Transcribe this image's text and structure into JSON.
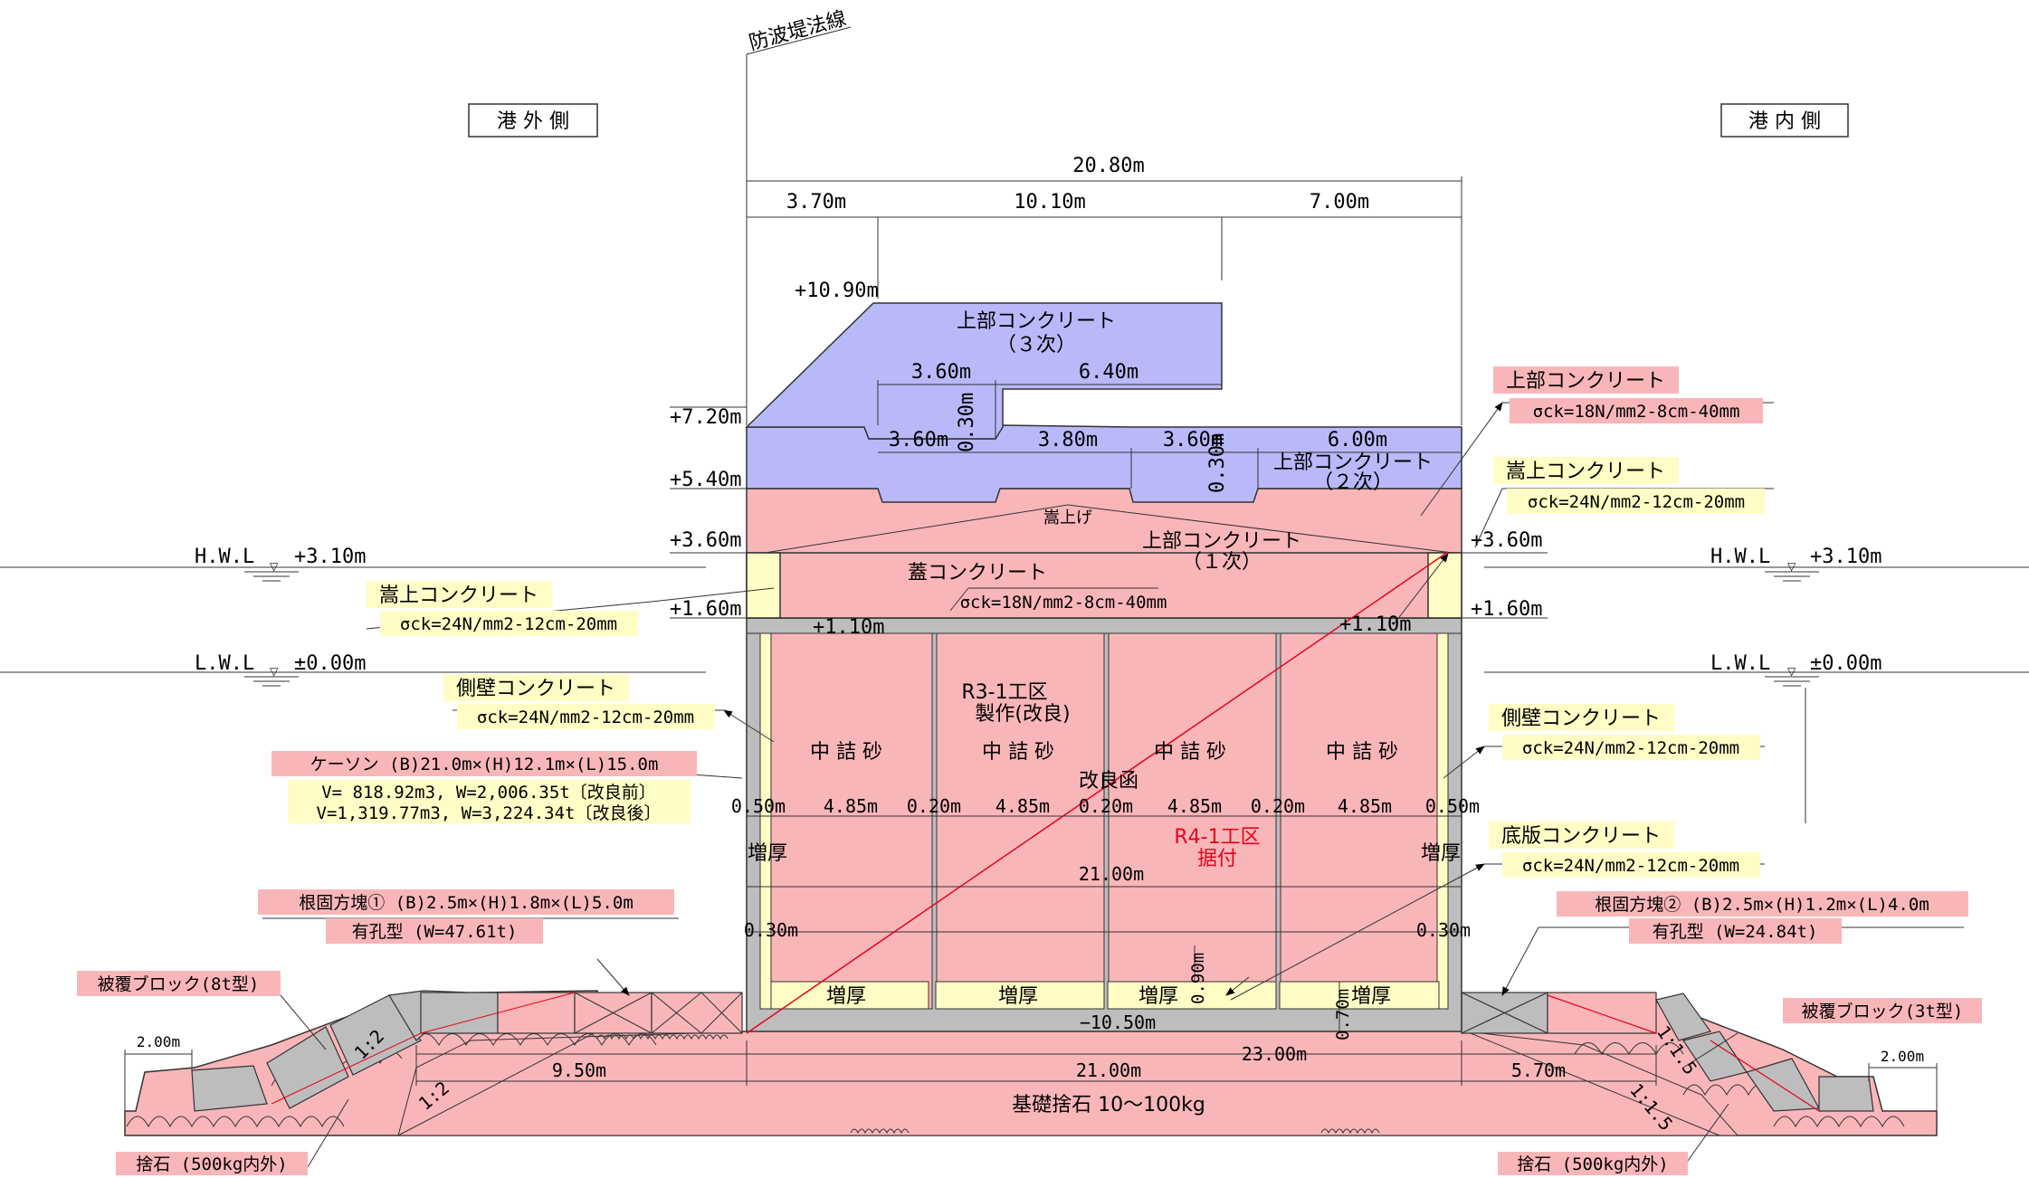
{
  "colors": {
    "concrete_pink": "#f9b6b9",
    "upper_blue": "#b9b8f9",
    "yellow": "#fffcc5",
    "gray": "#bdbdbd",
    "red_line": "#e8001c",
    "label_pink": "#f9b6b9",
    "label_yellow": "#fffcc5"
  },
  "header": {
    "breakwater_line": "防波堤法線",
    "harbor_outside": "港 外 側",
    "harbor_inside": "港 内 側"
  },
  "dims": {
    "total_width": "20.80m",
    "w1": "3.70m",
    "w2": "10.10m",
    "w3": "7.00m",
    "d360a": "3.60m",
    "d640": "6.40m",
    "d360b": "3.60m",
    "d380": "3.80m",
    "d360c": "3.60m",
    "d600": "6.00m",
    "d030a": "0.30m",
    "d030b": "0.30m",
    "caisson_w": "21.00m",
    "wall_050_l": "0.50m",
    "cell_485_1": "4.85m",
    "wall_020_1": "0.20m",
    "cell_485_2": "4.85m",
    "wall_020_2": "0.20m",
    "cell_485_3": "4.85m",
    "wall_020_3": "0.20m",
    "cell_485_4": "4.85m",
    "wall_050_r": "0.50m",
    "t030_l": "0.30m",
    "t030_r": "0.30m",
    "base_090": "0.90m",
    "base_070": "0.70m",
    "mound_top": "23.00m",
    "mound_left": "9.50m",
    "mound_mid": "21.00m",
    "mound_right": "5.70m",
    "berm_l": "2.00m",
    "berm_r": "2.00m"
  },
  "levels": {
    "l1090": "+10.90m",
    "l720": "+7.20m",
    "l540": "+5.40m",
    "l360": "+3.60m",
    "l160": "+1.60m",
    "l110a": "+1.10m",
    "l110b": "+1.10m",
    "r360": "+3.60m",
    "r160": "+1.60m",
    "bottom": "−10.50m",
    "hwl_left": "H.W.L",
    "hwl_left_val": "+3.10m",
    "lwl_left": "L.W.L",
    "lwl_left_val": "±0.00m",
    "hwl_right": "H.W.L",
    "hwl_right_val": "+3.10m",
    "lwl_right": "L.W.L",
    "lwl_right_val": "±0.00m"
  },
  "inner_labels": {
    "upper3_a": "上部コンクリート",
    "upper3_b": "（３次）",
    "upper2_a": "上部コンクリート",
    "upper2_b": "（２次）",
    "upper1_a": "上部コンクリート",
    "upper1_b": "（１次）",
    "kasaage": "嵩上げ",
    "cap_a": "蓋コンクリート",
    "cap_b": "σck=18N/mm2-8cm-40mm",
    "r31_a": "R3-1工区",
    "r31_b": "製作(改良)",
    "sand1": "中 詰 砂",
    "sand2": "中 詰 砂",
    "sand3": "中 詰 砂",
    "sand4": "中 詰 砂",
    "kairyou": "改良函",
    "r41_a": "R4-1工区",
    "r41_b": "据付",
    "zoukou_l": "増厚",
    "zoukou_r": "増厚",
    "zb1": "増厚",
    "zb2": "増厚",
    "zb3": "増厚",
    "zb4": "増厚",
    "mound": "基礎捨石 10〜100kg",
    "slope_12a": "1:2",
    "slope_12b": "1:2",
    "slope_115a": "1:1.5",
    "slope_115b": "1:1.5"
  },
  "callouts": {
    "upper_r_title": "上部コンクリート",
    "upper_r_spec": "σck=18N/mm2-8cm-40mm",
    "kasa_r_title": "嵩上コンクリート",
    "kasa_r_spec": "σck=24N/mm2-12cm-20mm",
    "kasa_l_title": "嵩上コンクリート",
    "kasa_l_spec": "σck=24N/mm2-12cm-20mm",
    "side_l_title": "側壁コンクリート",
    "side_l_spec": "σck=24N/mm2-12cm-20mm",
    "side_r_title": "側壁コンクリート",
    "side_r_spec": "σck=24N/mm2-12cm-20mm",
    "caisson_title": "ケーソン (B)21.0m×(H)12.1m×(L)15.0m",
    "caisson_before": "V=  818.92m3, W=2,006.35t〔改良前〕",
    "caisson_after": "V=1,319.77m3, W=3,224.34t〔改良後〕",
    "base_r_title": "底版コンクリート",
    "base_r_spec": "σck=24N/mm2-12cm-20mm",
    "nekata1_title": "根固方塊① (B)2.5m×(H)1.8m×(L)5.0m",
    "nekata1_sub": "有孔型 (W=47.61t)",
    "nekata2_title": "根固方塊② (B)2.5m×(H)1.2m×(L)4.0m",
    "nekata2_sub": "有孔型 (W=24.84t)",
    "hifuku_l": "被覆ブロック(8t型)",
    "hifuku_r": "被覆ブロック(3t型)",
    "suteishi_l": "捨石 (500kg内外)",
    "suteishi_r": "捨石 (500kg内外)"
  }
}
